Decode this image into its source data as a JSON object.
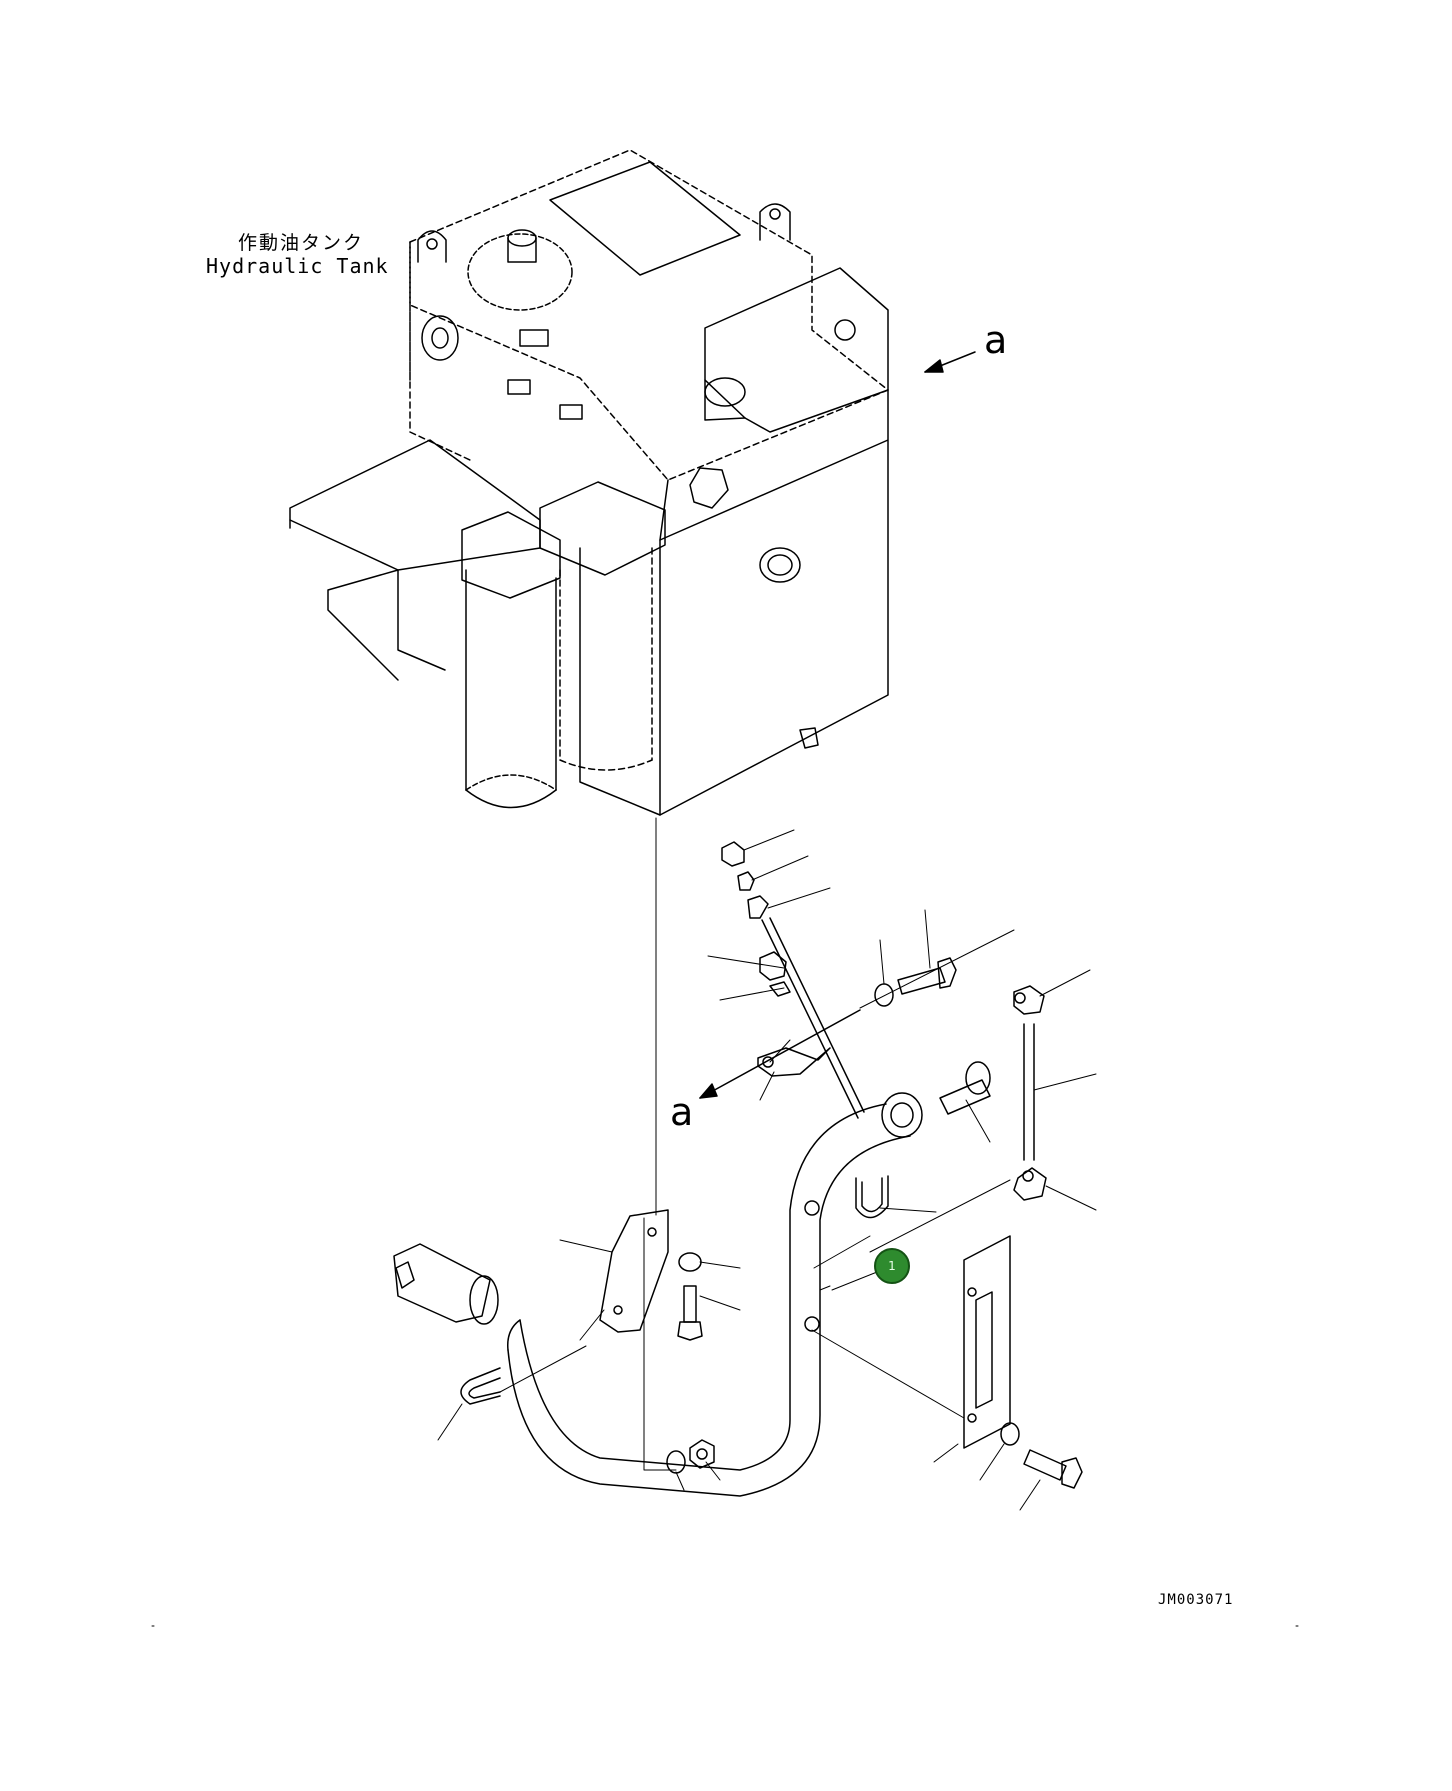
{
  "labels": {
    "tank_japanese": "作動油タンク",
    "tank_english": "Hydraulic Tank",
    "view_marker_upper": "a",
    "view_marker_lower": "a",
    "drawing_number": "JM003071"
  },
  "callouts": [
    {
      "part_number": "1",
      "color": "#2e8b2e"
    }
  ],
  "colors": {
    "line": "#000000",
    "background": "#ffffff",
    "callout": "#2e8b2e"
  }
}
